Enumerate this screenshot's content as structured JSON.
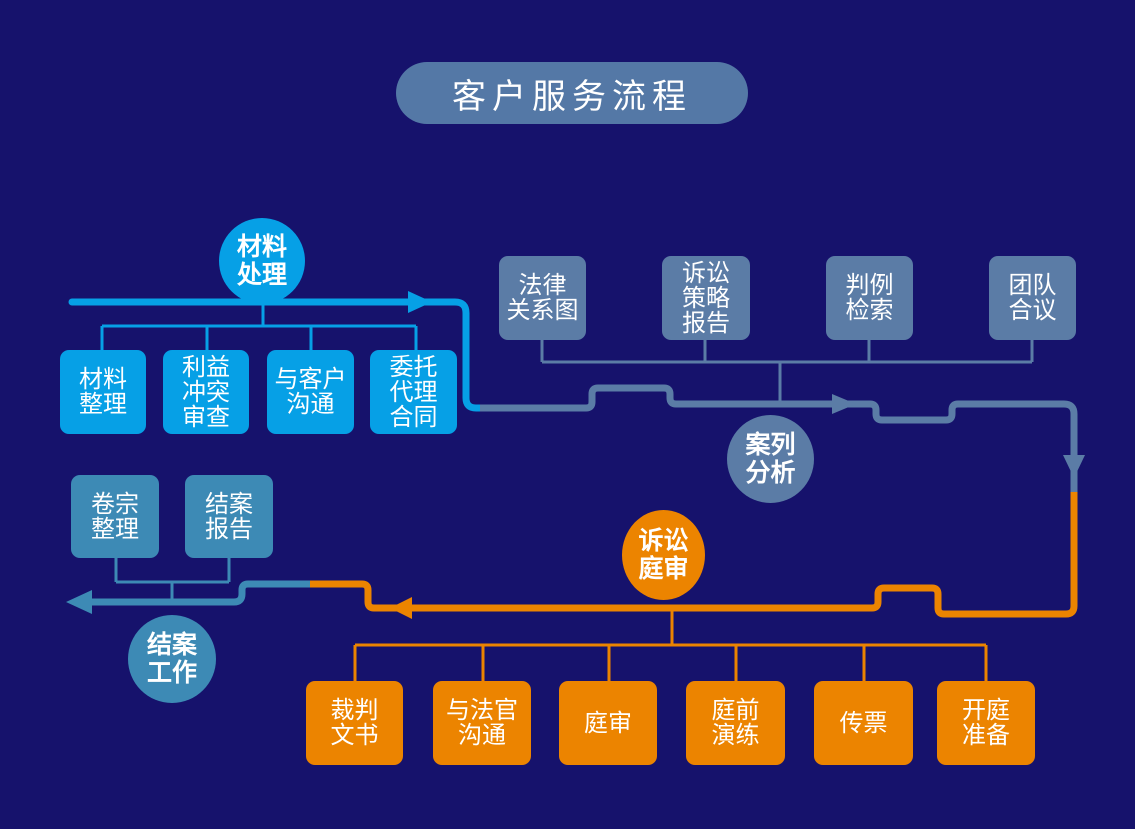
{
  "title": "客户服务流程",
  "colors": {
    "background": "#16126c",
    "stage1": "#06a0e6",
    "stage2": "#5b7ca6",
    "stage3": "#ec8400",
    "stage4": "#3d8ab5"
  },
  "stages": [
    {
      "name": "材料\n处理",
      "items": [
        "材料\n整理",
        "利益\n冲突\n审查",
        "与客户\n沟通",
        "委托\n代理\n合同"
      ]
    },
    {
      "name": "案列\n分析",
      "items": [
        "法律\n关系图",
        "诉讼\n策略\n报告",
        "判例\n检索",
        "团队\n合议"
      ]
    },
    {
      "name": "诉讼\n庭审",
      "items": [
        "裁判\n文书",
        "与法官\n沟通",
        "庭审",
        "庭前\n演练",
        "传票",
        "开庭\n准备"
      ]
    },
    {
      "name": "结案\n工作",
      "items": [
        "卷宗\n整理",
        "结案\n报告"
      ]
    }
  ]
}
